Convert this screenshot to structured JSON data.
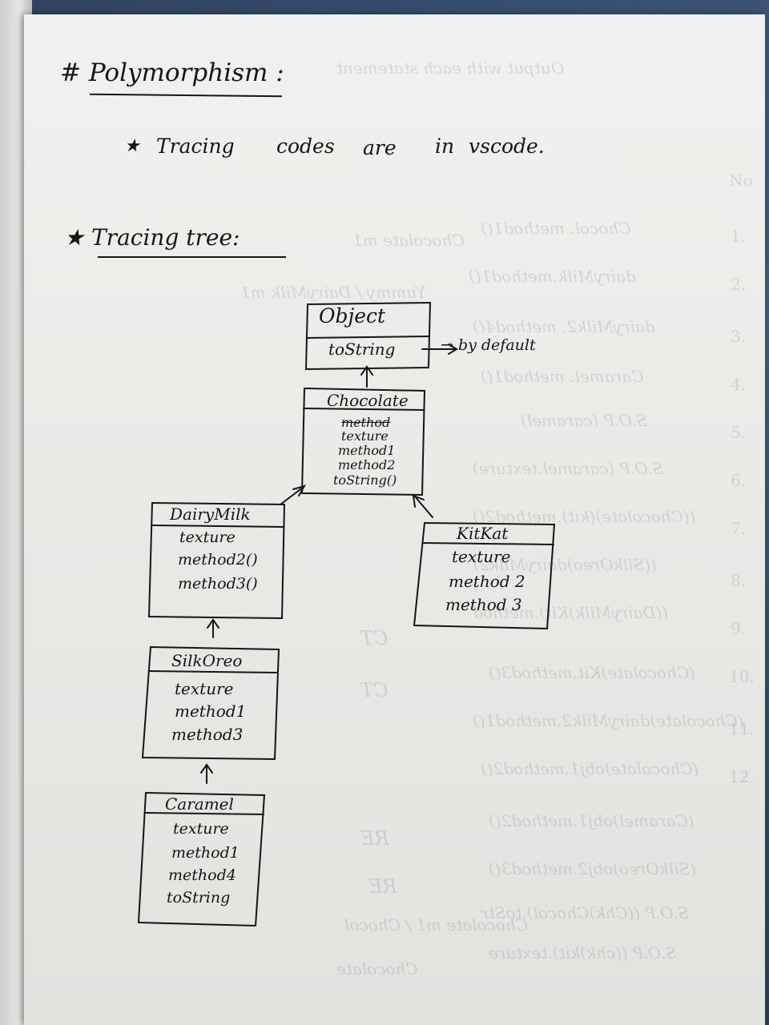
{
  "heading": "# Polymorphism :",
  "note_line": {
    "star": "★",
    "words": [
      "Tracing",
      "codes",
      "are",
      "in",
      "vscode."
    ]
  },
  "tree_heading": "★ Tracing tree:",
  "classes": {
    "object": {
      "name": "Object",
      "members": [
        "toString"
      ]
    },
    "chocolate": {
      "name": "Chocolate",
      "struck": "method",
      "members": [
        "texture",
        "method1",
        "method2",
        "toString()"
      ]
    },
    "dairymilk": {
      "name": "DairyMilk",
      "members": [
        "texture",
        "method2()",
        "method3()"
      ]
    },
    "kitkat": {
      "name": "KitKat",
      "members": [
        "texture",
        "method 2",
        "method 3"
      ]
    },
    "silkoreo": {
      "name": "SilkOreo",
      "members": [
        "texture",
        "method1",
        "method3"
      ]
    },
    "caramel": {
      "name": "Caramel",
      "members": [
        "texture",
        "method1",
        "method4",
        "toString"
      ]
    }
  },
  "annotation": "→ by default",
  "colors": {
    "ink": "#15151a",
    "paper": "#ecece9",
    "desk": "#3a4a5c"
  }
}
